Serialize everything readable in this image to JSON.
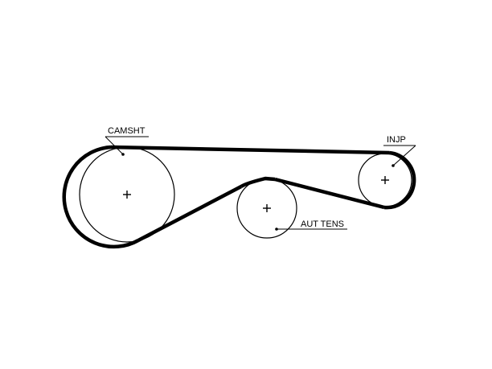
{
  "labels": {
    "camshaft": "CAMSHT",
    "injection_pump": "INJP",
    "auto_tensioner": "AUT TENS"
  },
  "colors": {
    "belt": "#000000",
    "background": "#ffffff"
  }
}
